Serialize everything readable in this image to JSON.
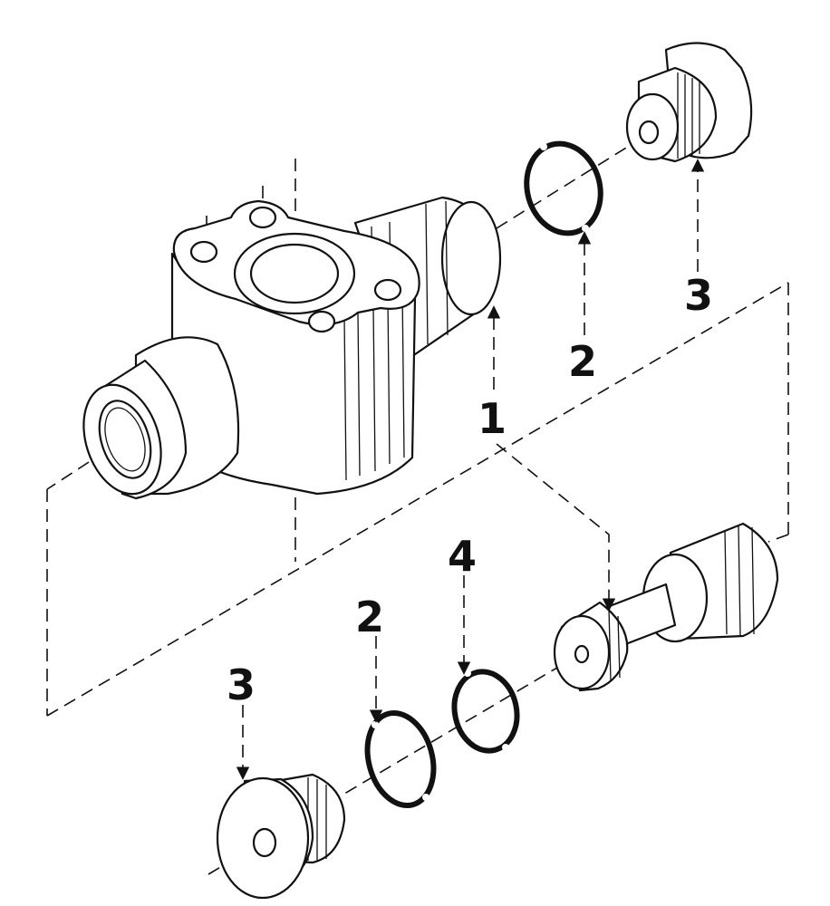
{
  "drawing": {
    "callouts": [
      {
        "id": "c1",
        "label": "1"
      },
      {
        "id": "c2a",
        "label": "2"
      },
      {
        "id": "c2b",
        "label": "2"
      },
      {
        "id": "c3a",
        "label": "3"
      },
      {
        "id": "c3b",
        "label": "3"
      },
      {
        "id": "c4",
        "label": "4"
      }
    ]
  },
  "icons": [
    "leader-arrow-icon"
  ]
}
